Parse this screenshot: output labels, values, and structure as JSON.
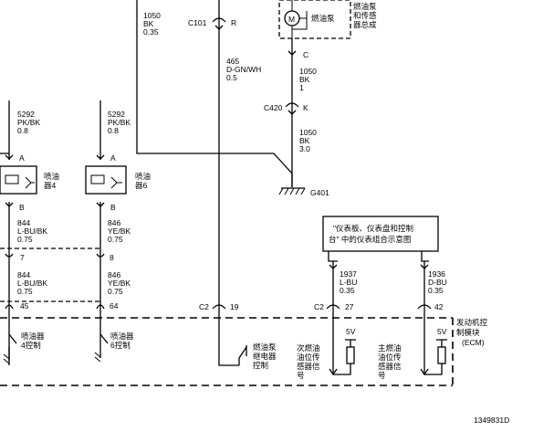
{
  "top": {
    "wire_left_gauge": "1050",
    "wire_left_color": "BK",
    "wire_left_size": "0.35",
    "c101": "C101",
    "c101_pin": "R",
    "pump_label": "燃油泵",
    "pump_motor": "M",
    "pump_assembly": [
      "燃油泵",
      "和传感",
      "器总成"
    ],
    "pump_conn": "C",
    "w_pump_gauge": "1050",
    "w_pump_color": "BK",
    "w_pump_size": "1",
    "c420": "C420",
    "c420_pin": "K",
    "w_ground_gauge": "1050",
    "w_ground_color": "BK",
    "w_ground_size": "3.0",
    "ground": "G401"
  },
  "mid": {
    "w465_gauge": "465",
    "w465_color": "D-GN/WH",
    "w465_size": "0.5"
  },
  "inj4": {
    "w_top_gauge": "5292",
    "w_top_color": "PK/BK",
    "w_top_size": "0.8",
    "pin_a": "A",
    "label": [
      "喷油",
      "器4"
    ],
    "pin_b": "B",
    "w1_gauge": "844",
    "w1_color": "L-BU/BK",
    "w1_size": "0.75",
    "splice_pin": "7",
    "w2_gauge": "844",
    "w2_color": "L-BU/BK",
    "w2_size": "0.75",
    "ecm_pin": "45",
    "ctrl": [
      "喷油器",
      "4控制"
    ]
  },
  "inj6": {
    "w_top_gauge": "5292",
    "w_top_color": "PK/BK",
    "w_top_size": "0.8",
    "pin_a": "A",
    "label": [
      "喷油",
      "器6"
    ],
    "pin_b": "B",
    "w1_gauge": "846",
    "w1_color": "YE/BK",
    "w1_size": "0.75",
    "splice_pin": "8",
    "w2_gauge": "846",
    "w2_color": "YE/BK",
    "w2_size": "0.75",
    "ecm_pin": "64",
    "ctrl": [
      "喷油器",
      "6控制"
    ]
  },
  "ecm": {
    "c2a": "C2",
    "c2a_pin": "19",
    "relay_ctrl": [
      "燃油泵",
      "继电器",
      "控制"
    ],
    "c2b": "C2",
    "c2b_pin": "27",
    "c2b_pin2": "42",
    "v5a": "5V",
    "v5b": "5V",
    "sec_sensor": [
      "次燃油",
      "油位传",
      "感器信",
      "号"
    ],
    "main_sensor": [
      "主燃油",
      "油位传",
      "感器信",
      "号"
    ],
    "module": [
      "发动机控",
      "制模块",
      "(ECM)"
    ]
  },
  "ref_box": {
    "line1": "\"仪表板、仪表盘和控制",
    "line2": "台\" 中的仪表组合示意图"
  },
  "sig": {
    "w1937_gauge": "1937",
    "w1937_color": "L-BU",
    "w1937_size": "0.35",
    "w1936_gauge": "1936",
    "w1936_color": "D-BU",
    "w1936_size": "0.35"
  },
  "figure_id": "1349831D"
}
